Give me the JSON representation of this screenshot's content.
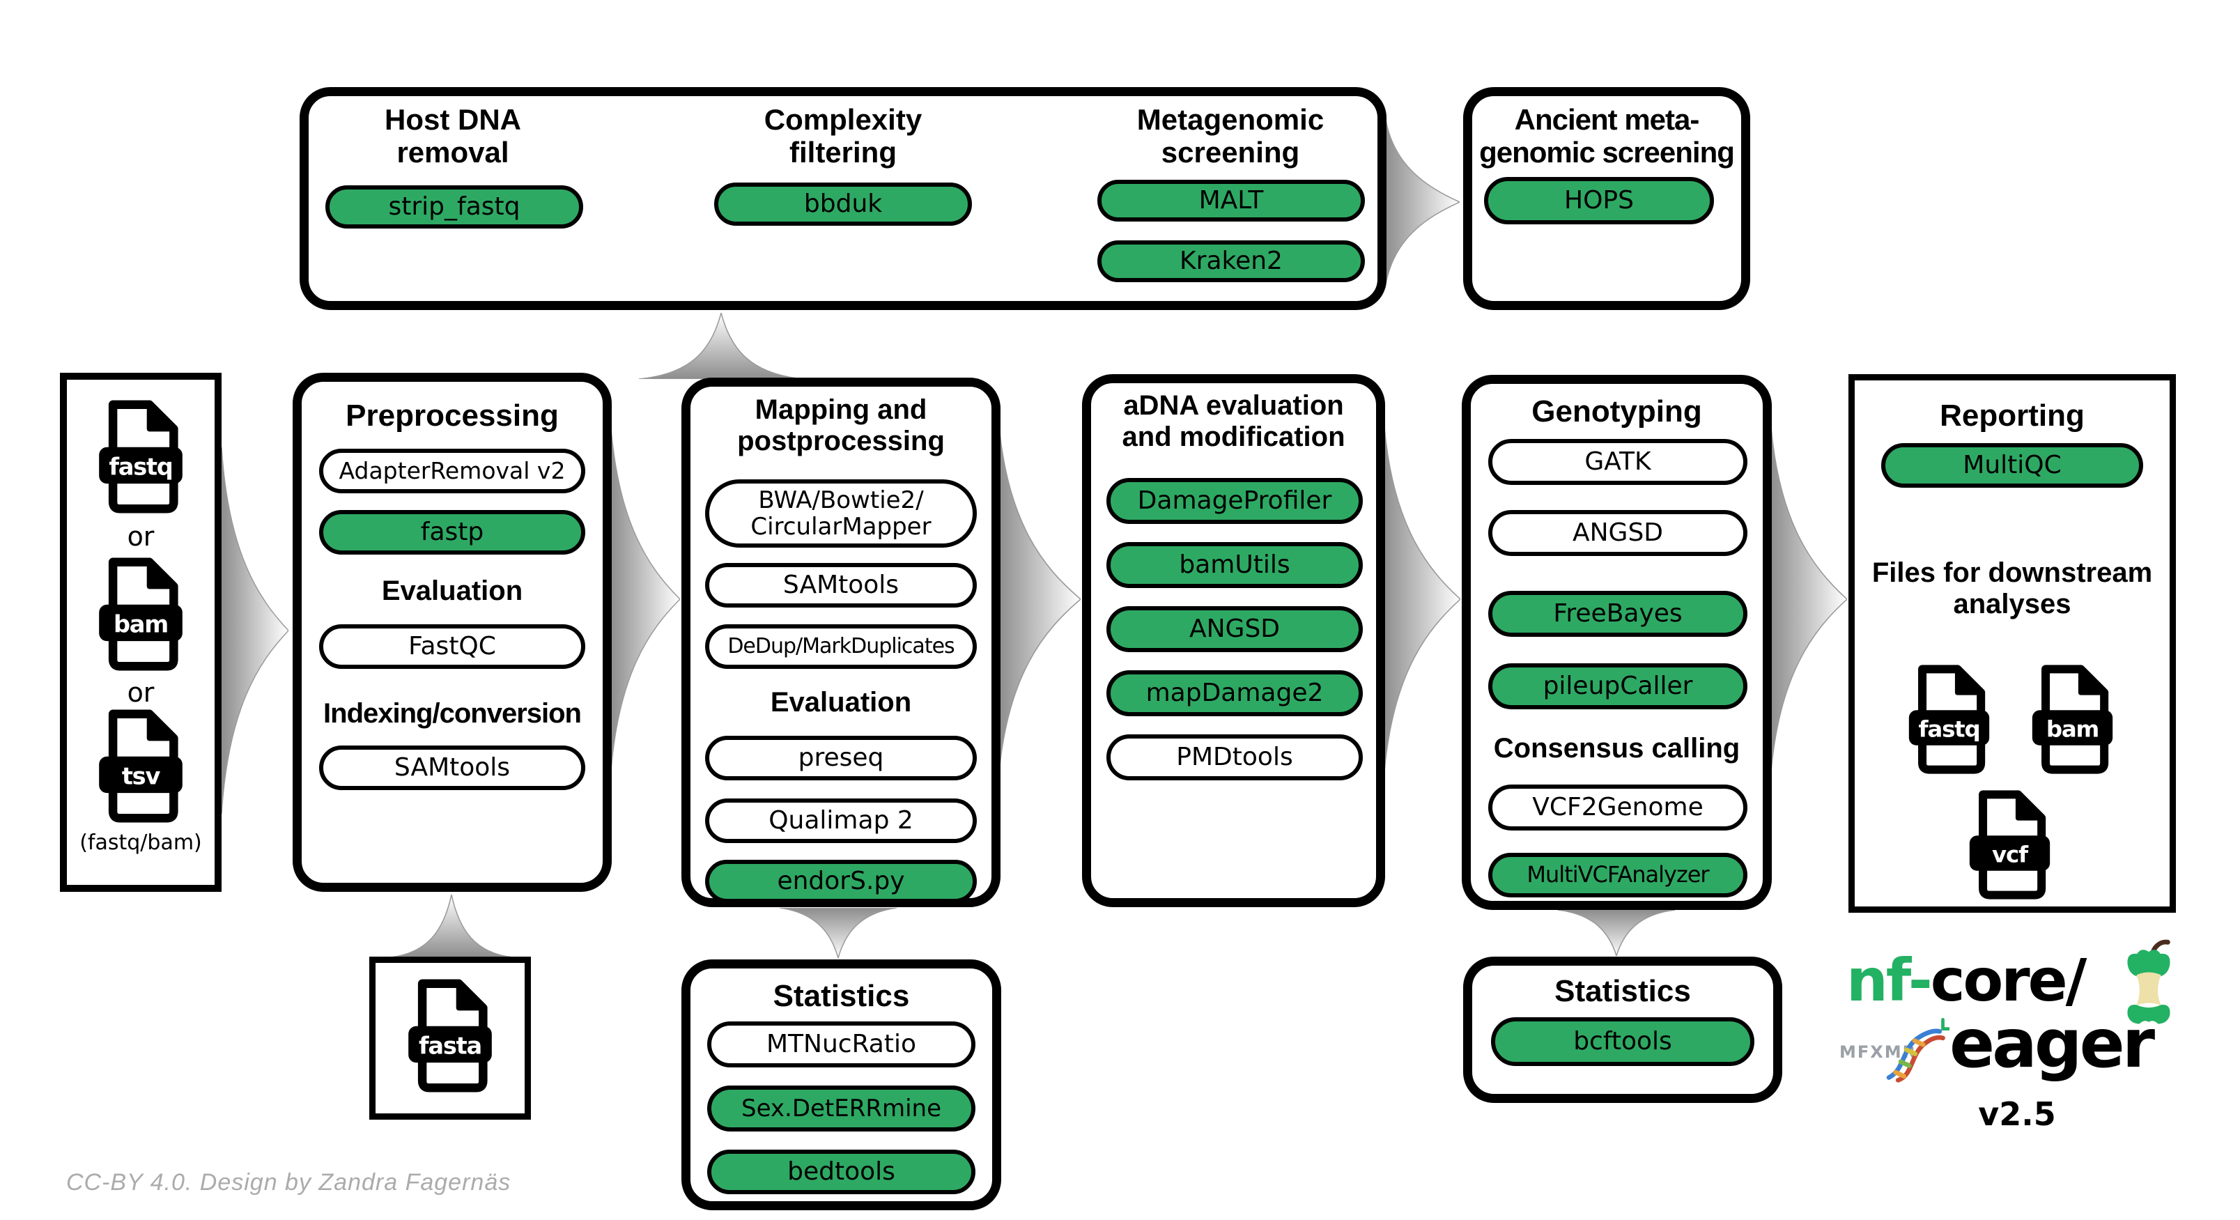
{
  "credit": "CC-BY 4.0. Design by Zandra Fagernäs",
  "colors": {
    "tool_green": "#2EA963",
    "logo_green": "#23B163",
    "border_black": "#000000",
    "arrow_gray": "#8d8d8d",
    "credit_gray": "#ABABAB"
  },
  "icons": [
    "file-icon-fastq",
    "file-icon-bam",
    "file-icon-tsv",
    "file-icon-fasta",
    "file-icon-vcf",
    "apple-core-icon",
    "dna-helix-icon",
    "flow-arrow"
  ],
  "screening": {
    "host": {
      "title": "Host DNA\nremoval",
      "tool_1": "strip_fastq"
    },
    "complexity": {
      "title": "Complexity\nfiltering",
      "tool_1": "bbduk"
    },
    "metagenomic": {
      "title": "Metagenomic\nscreening",
      "tool_1": "MALT",
      "tool_2": "Kraken2"
    },
    "highlighted_tools": [
      "strip_fastq",
      "bbduk",
      "MALT",
      "Kraken2"
    ]
  },
  "ancient": {
    "title": "Ancient meta-\ngenomic screening",
    "tool_1": "HOPS",
    "highlighted_tools": [
      "HOPS"
    ]
  },
  "input": {
    "file_1": "fastq",
    "or_1": "or",
    "file_2": "bam",
    "or_2": "or",
    "file_3": "tsv",
    "note": "(fastq/bam)"
  },
  "preprocessing": {
    "title": "Preprocessing",
    "tool_1": "AdapterRemoval v2",
    "tool_2": "fastp",
    "subtitle_1": "Evaluation",
    "tool_3": "FastQC",
    "subtitle_2": "Indexing/conversion",
    "tool_4": "SAMtools",
    "highlighted_tools": [
      "fastp"
    ]
  },
  "mapping": {
    "title": "Mapping and\npostprocessing",
    "tool_1": "BWA/Bowtie2/\nCircularMapper",
    "tool_2": "SAMtools",
    "tool_3": "DeDup/MarkDuplicates",
    "subtitle_1": "Evaluation",
    "tool_4": "preseq",
    "tool_5": "Qualimap 2",
    "tool_6": "endorS.py",
    "highlighted_tools": [
      "endorS.py"
    ]
  },
  "adna": {
    "title": "aDNA evaluation\nand modification",
    "tool_1": "DamageProfiler",
    "tool_2": "bamUtils",
    "tool_3": "ANGSD",
    "tool_4": "mapDamage2",
    "tool_5": "PMDtools",
    "highlighted_tools": [
      "DamageProfiler",
      "bamUtils",
      "ANGSD",
      "mapDamage2"
    ]
  },
  "genotyping": {
    "title": "Genotyping",
    "tool_1": "GATK",
    "tool_2": "ANGSD",
    "tool_3": "FreeBayes",
    "tool_4": "pileupCaller",
    "subtitle_1": "Consensus calling",
    "tool_5": "VCF2Genome",
    "tool_6": "MultiVCFAnalyzer",
    "highlighted_tools": [
      "FreeBayes",
      "pileupCaller",
      "MultiVCFAnalyzer"
    ]
  },
  "reporting": {
    "title": "Reporting",
    "tool_1": "MultiQC",
    "subtitle_1": "Files for downstream\nanalyses",
    "file_1": "fastq",
    "file_2": "bam",
    "file_3": "vcf",
    "highlighted_tools": [
      "MultiQC"
    ]
  },
  "fasta": {
    "file": "fasta"
  },
  "mapping_stats": {
    "title": "Statistics",
    "tool_1": "MTNucRatio",
    "tool_2": "Sex.DetERRmine",
    "tool_3": "bedtools",
    "highlighted_tools": [
      "Sex.DetERRmine",
      "bedtools"
    ]
  },
  "genotyping_stats": {
    "title": "Statistics",
    "tool_1": "bcftools",
    "highlighted_tools": [
      "bcftools"
    ]
  },
  "logo": {
    "brand_green": "nf-",
    "brand_black": "core/",
    "name": "eager",
    "version": "v2.5",
    "runes": "MFXMR"
  }
}
